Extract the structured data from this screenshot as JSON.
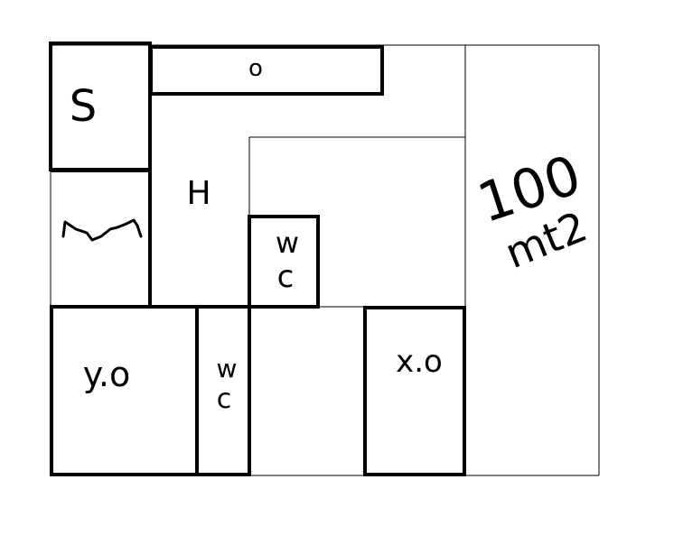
{
  "labels": {
    "s": "S",
    "o": "o",
    "h": "H",
    "wc_upper_w": "w",
    "wc_upper_c": "c",
    "y_o": "y.o",
    "wc_lower_w": "w",
    "wc_lower_c": "c",
    "x_o": "x.o",
    "area_value": "100",
    "area_unit": "mt2"
  }
}
